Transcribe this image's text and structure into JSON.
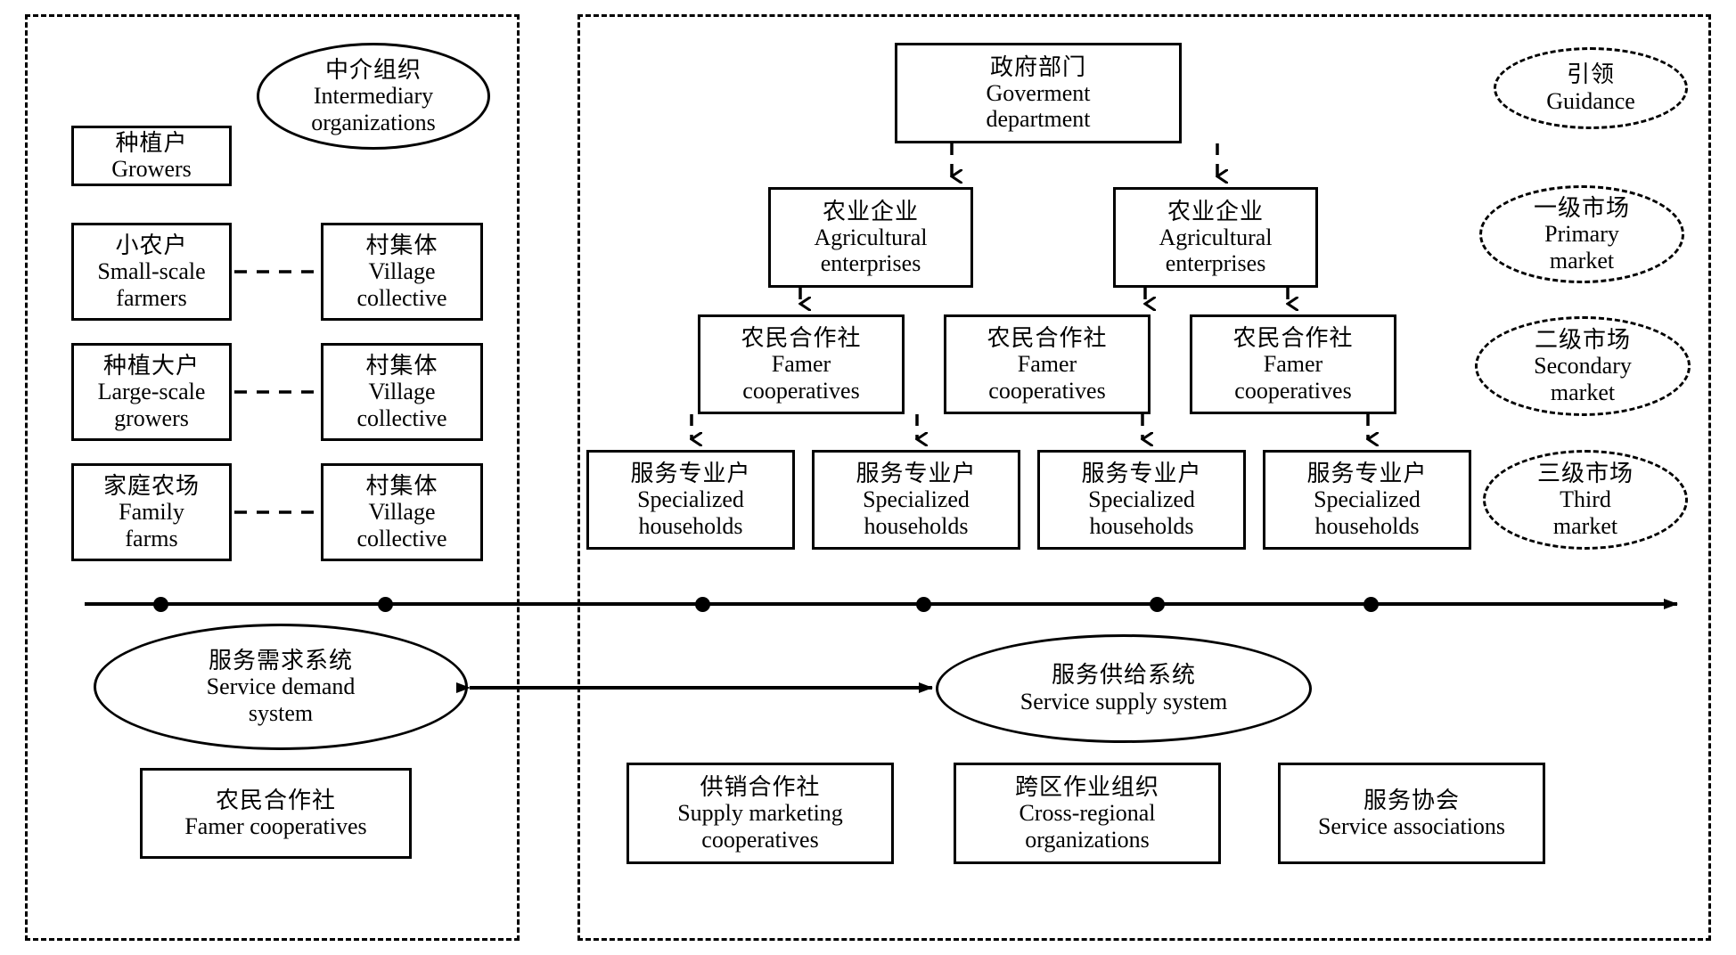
{
  "panels": {
    "left": {
      "name": "service-demand-panel"
    },
    "right": {
      "name": "service-supply-panel"
    }
  },
  "left_panel": {
    "intermediary": {
      "zh": "中介组织",
      "en1": "Intermediary",
      "en2": "organizations"
    },
    "actors": [
      {
        "zh": "种植户",
        "en1": "Growers",
        "en2": ""
      },
      {
        "zh": "小农户",
        "en1": "Small-scale",
        "en2": "farmers"
      },
      {
        "zh": "种植大户",
        "en1": "Large-scale",
        "en2": "growers"
      },
      {
        "zh": "家庭农场",
        "en1": "Family",
        "en2": "farms"
      }
    ],
    "village_collectives": [
      {
        "zh": "村集体",
        "en1": "Village",
        "en2": "collective"
      },
      {
        "zh": "村集体",
        "en1": "Village",
        "en2": "collective"
      },
      {
        "zh": "村集体",
        "en1": "Village",
        "en2": "collective"
      }
    ],
    "demand_system": {
      "zh": "服务需求系统",
      "en1": "Service demand",
      "en2": "system"
    },
    "bottom_box": {
      "zh": "农民合作社",
      "en1": "Famer cooperatives",
      "en2": ""
    }
  },
  "right_panel": {
    "government": {
      "zh": "政府部门",
      "en1": "Goverment",
      "en2": "department"
    },
    "enterprises": [
      {
        "zh": "农业企业",
        "en1": "Agricultural",
        "en2": "enterprises"
      },
      {
        "zh": "农业企业",
        "en1": "Agricultural",
        "en2": "enterprises"
      }
    ],
    "cooperatives": [
      {
        "zh": "农民合作社",
        "en1": "Famer",
        "en2": "cooperatives"
      },
      {
        "zh": "农民合作社",
        "en1": "Famer",
        "en2": "cooperatives"
      },
      {
        "zh": "农民合作社",
        "en1": "Famer",
        "en2": "cooperatives"
      }
    ],
    "households": [
      {
        "zh": "服务专业户",
        "en1": "Specialized",
        "en2": "households"
      },
      {
        "zh": "服务专业户",
        "en1": "Specialized",
        "en2": "households"
      },
      {
        "zh": "服务专业户",
        "en1": "Specialized",
        "en2": "households"
      },
      {
        "zh": "服务专业户",
        "en1": "Specialized",
        "en2": "households"
      }
    ],
    "supply_system": {
      "zh": "服务供给系统",
      "en1": "Service supply system",
      "en2": ""
    },
    "bottom_boxes": [
      {
        "zh": "供销合作社",
        "en1": "Supply marketing",
        "en2": "cooperatives"
      },
      {
        "zh": "跨区作业组织",
        "en1": "Cross-regional",
        "en2": "organizations"
      },
      {
        "zh": "服务协会",
        "en1": "Service associations",
        "en2": ""
      }
    ]
  },
  "market_levels": [
    {
      "zh": "引领",
      "en1": "Guidance",
      "en2": ""
    },
    {
      "zh": "一级市场",
      "en1": "Primary",
      "en2": "market"
    },
    {
      "zh": "二级市场",
      "en1": "Secondary",
      "en2": "market"
    },
    {
      "zh": "三级市场",
      "en1": "Third",
      "en2": "market"
    }
  ],
  "axis": {
    "name": "timeline-axis",
    "dot_count": 6
  },
  "colors": {
    "stroke": "#000000",
    "background": "#ffffff"
  }
}
